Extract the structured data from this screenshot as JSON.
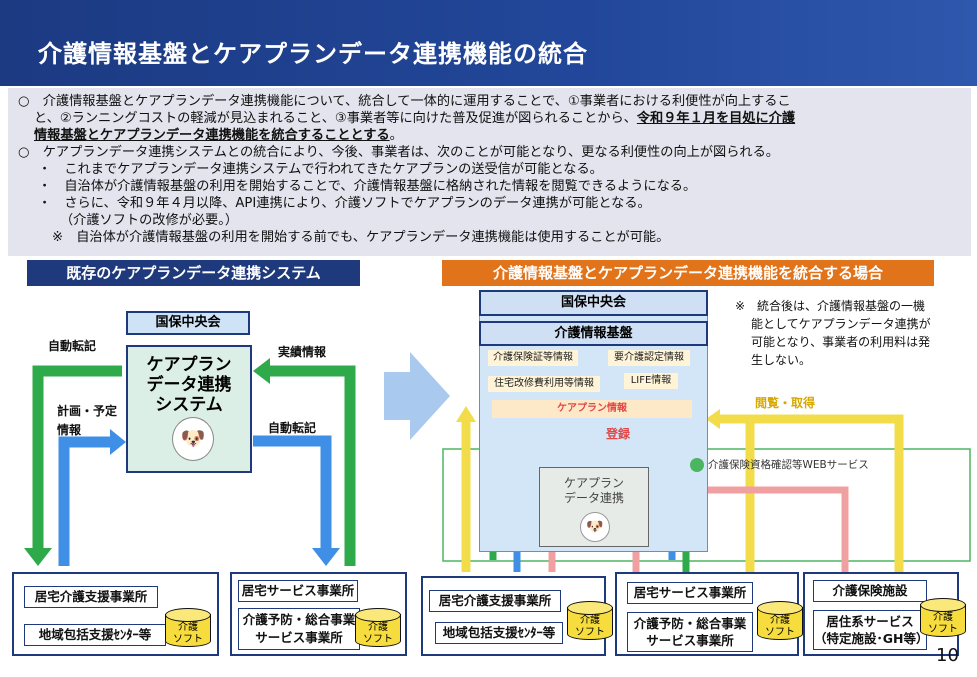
{
  "title": "介護情報基盤とケアプランデータ連携機能の統合",
  "summary": {
    "l1": "○　介護情報基盤とケアプランデータ連携機能について、統合して一体的に運用することで、①事業者における利便性が向上するこ",
    "l2a": "と、②ランニングコストの軽減が見込まれること、③事業者等に向けた普及促進が図られることから、",
    "l2b": "令和９年１月を目処に介護",
    "l3a": "情報基盤とケアプランデータ連携機能を統合することとする",
    "l3b": "。",
    "l4": "○　ケアプランデータ連携システムとの統合により、今後、事業者は、次のことが可能となり、更なる利便性の向上が図られる。",
    "l5": "・　これまでケアプランデータ連携システムで行われてきたケアプランの送受信が可能となる。",
    "l6": "・　自治体が介護情報基盤の利用を開始することで、介護情報基盤に格納された情報を閲覧できるようになる。",
    "l7": "・　さらに、令和９年４月以降、API連携により、介護ソフトでケアプランのデータ連携が可能となる。",
    "l8": "（介護ソフトの改修が必要。）",
    "l9": "※　自治体が介護情報基盤の利用を開始する前でも、ケアプランデータ連携機能は使用することが可能。"
  },
  "left": {
    "header": "既存のケアプランデータ連携システム",
    "kokuho": "国保中央会",
    "system": [
      "ケアプラン",
      "データ連携",
      "システム"
    ],
    "auto1": "自動転記",
    "plan": [
      "計画・予定",
      "情報"
    ],
    "actual": "実績情報",
    "auto2": "自動転記",
    "org1": "居宅介護支援事業所",
    "org2": "地域包括支援ｾﾝﾀｰ等",
    "org3": "居宅サービス事業所",
    "org4": [
      "介護予防・総合事業",
      "サービス事業所"
    ],
    "soft": [
      "介護",
      "ソフト"
    ]
  },
  "right": {
    "header": "介護情報基盤とケアプランデータ連携機能を統合する場合",
    "kokuho": "国保中央会",
    "kiban": "介護情報基盤",
    "items": [
      "介護保険証等情報",
      "要介護認定情報",
      "住宅改修費利用等情報",
      "LIFE情報"
    ],
    "careplan": "ケアプラン情報",
    "touroku": "登録",
    "webservice": "介護保険資格確認等WEBサービス",
    "sys": [
      "ケアプラン",
      "データ連携"
    ],
    "etsuran": "閲覧・取得",
    "note": [
      "※　統合後は、介護情報基盤の一機",
      "能としてケアプランデータ連携が",
      "可能となり、事業者の利用料は発",
      "生しない。"
    ],
    "org1": "居宅介護支援事業所",
    "org2": "地域包括支援ｾﾝﾀｰ等",
    "org3": "居宅サービス事業所",
    "org4": [
      "介護予防・総合事業",
      "サービス事業所"
    ],
    "org5": "介護保険施設",
    "org6": [
      "居住系サービス",
      "（特定施設･GH等）"
    ],
    "soft": [
      "介護",
      "ソフト"
    ]
  },
  "page_number": "10",
  "colors": {
    "navy": "#1f3a7c",
    "orange": "#e1731a",
    "green": "#2eaa4a",
    "blue": "#3f8fe6",
    "yellow": "#f2dc4a",
    "pink": "#f0a0a0",
    "red": "#e14848"
  }
}
